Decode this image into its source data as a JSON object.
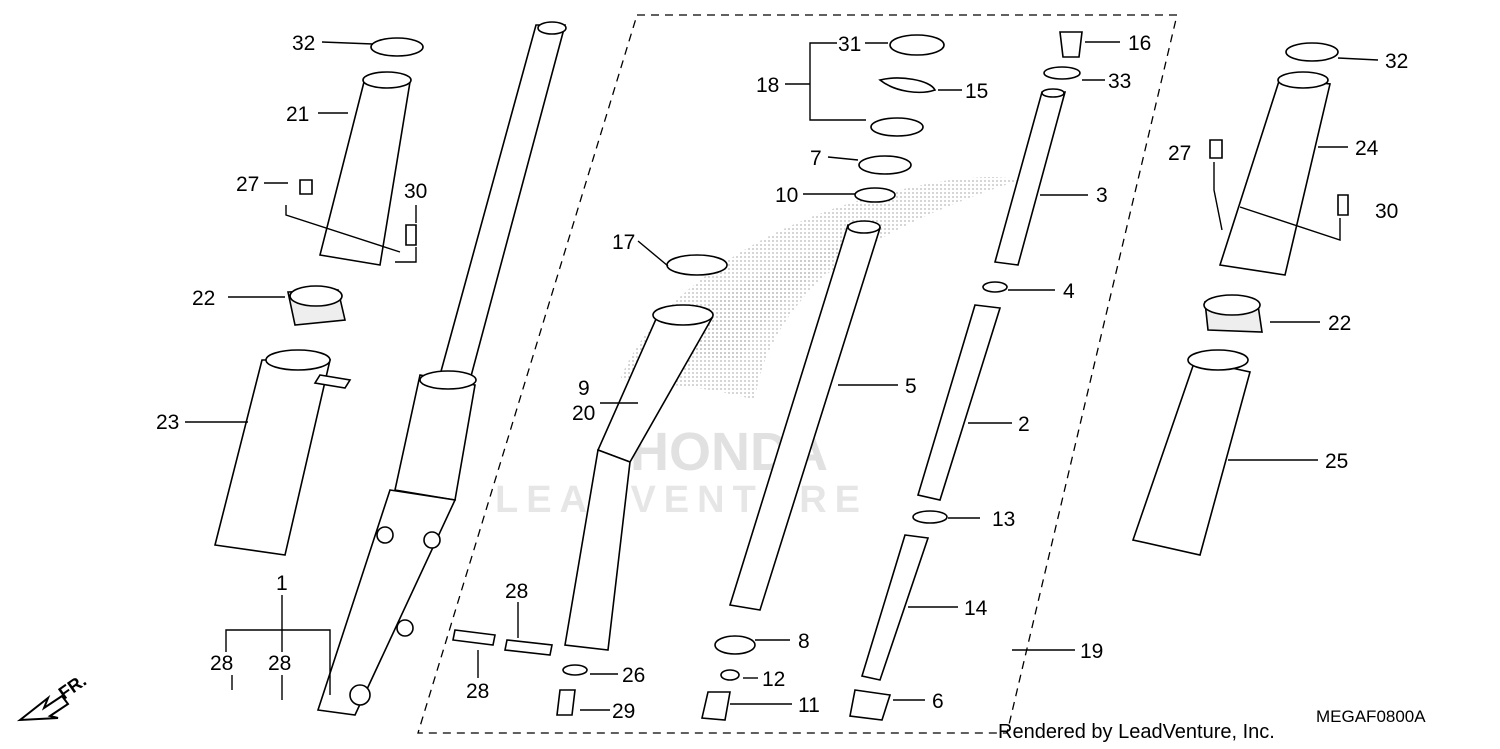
{
  "diagram": {
    "callouts": [
      "1",
      "2",
      "3",
      "4",
      "5",
      "6",
      "7",
      "8",
      "9",
      "10",
      "11",
      "12",
      "13",
      "14",
      "15",
      "16",
      "17",
      "18",
      "19",
      "20",
      "21",
      "22",
      "23",
      "24",
      "25",
      "26",
      "27",
      "28",
      "29",
      "30",
      "31",
      "32",
      "33"
    ],
    "credit": "Rendered by LeadVenture, Inc.",
    "diagram_code": "MEGAF0800A",
    "direction_marker": "FR.",
    "watermark_brand": "HONDA",
    "watermark_text": "LEADVENTURE"
  }
}
